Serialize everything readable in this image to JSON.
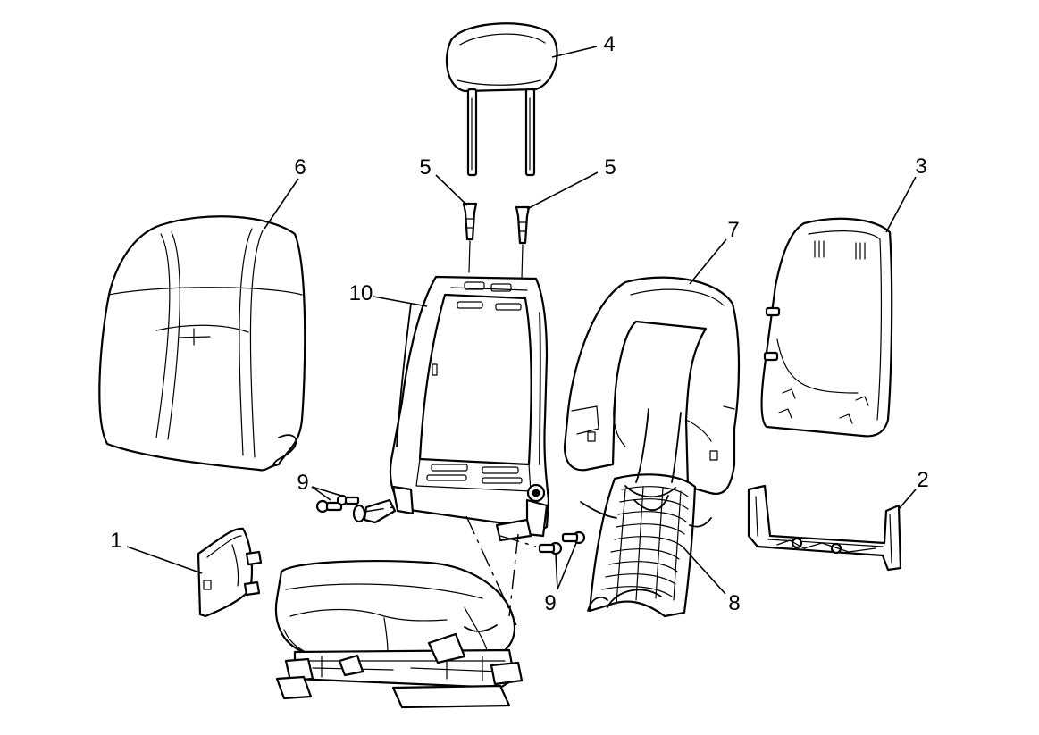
{
  "diagram": {
    "callouts": [
      {
        "id": "c1",
        "number": "1"
      },
      {
        "id": "c2",
        "number": "2"
      },
      {
        "id": "c3",
        "number": "3"
      },
      {
        "id": "c4",
        "number": "4"
      },
      {
        "id": "c5a",
        "number": "5"
      },
      {
        "id": "c5b",
        "number": "5"
      },
      {
        "id": "c6",
        "number": "6"
      },
      {
        "id": "c7",
        "number": "7"
      },
      {
        "id": "c8",
        "number": "8"
      },
      {
        "id": "c9a",
        "number": "9"
      },
      {
        "id": "c9b",
        "number": "9"
      },
      {
        "id": "c10",
        "number": "10"
      }
    ]
  }
}
